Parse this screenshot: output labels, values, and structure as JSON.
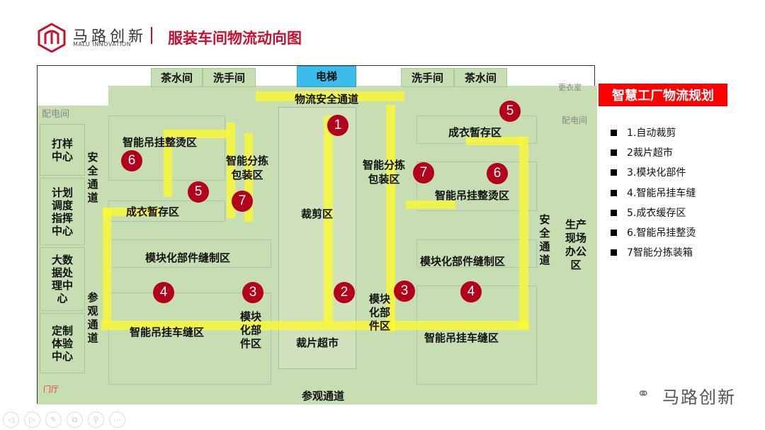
{
  "brand": {
    "name_cn": "马路创新",
    "name_en": "MALU INNOVATION"
  },
  "title": "服装车间物流动向图",
  "plan": {
    "top_rooms": [
      "茶水间",
      "洗手间",
      "电梯",
      "洗手间",
      "茶水间"
    ],
    "changing_room": "更衣室",
    "power_room_left": "配电间",
    "power_room_right": "配电间",
    "left_rooms": [
      "打样中心",
      "计划调度指挥中心",
      "大数据处理中心",
      "定制体验中心"
    ],
    "lobby": "门厅",
    "corridors": {
      "logistics": "物流安全通道",
      "safety": "安全通道",
      "visit": "参观通道"
    },
    "zones": {
      "ironing": "智能吊挂整烫区",
      "storage": "成衣暂存区",
      "module_sewing": "模块化部件缝制区",
      "hanging_sewing": "智能吊挂车缝区",
      "sorting": "智能分拣包装区",
      "module_parts": "模块化部件区",
      "cutting": "裁剪区",
      "cut_market": "裁片超市",
      "office": "生产现场办公区"
    },
    "markers": [
      "1",
      "2",
      "3",
      "4",
      "5",
      "6",
      "7"
    ]
  },
  "legend": {
    "title": "智慧工厂物流规划",
    "items": [
      "1.自动裁剪",
      "2裁片超市",
      "3.模块化部件",
      "4.智能吊挂车缝",
      "5.成衣缓存区",
      "6.智能吊挂整烫",
      "7智能分拣装箱"
    ]
  },
  "watermark": "马路创新",
  "toolbar": [
    "prev",
    "next",
    "pen",
    "screens",
    "zoom",
    "more"
  ],
  "colors": {
    "accent": "#c8102e",
    "zone": "#c7deb3",
    "arrow": "#fffa28",
    "elevator": "#3bbcea"
  }
}
